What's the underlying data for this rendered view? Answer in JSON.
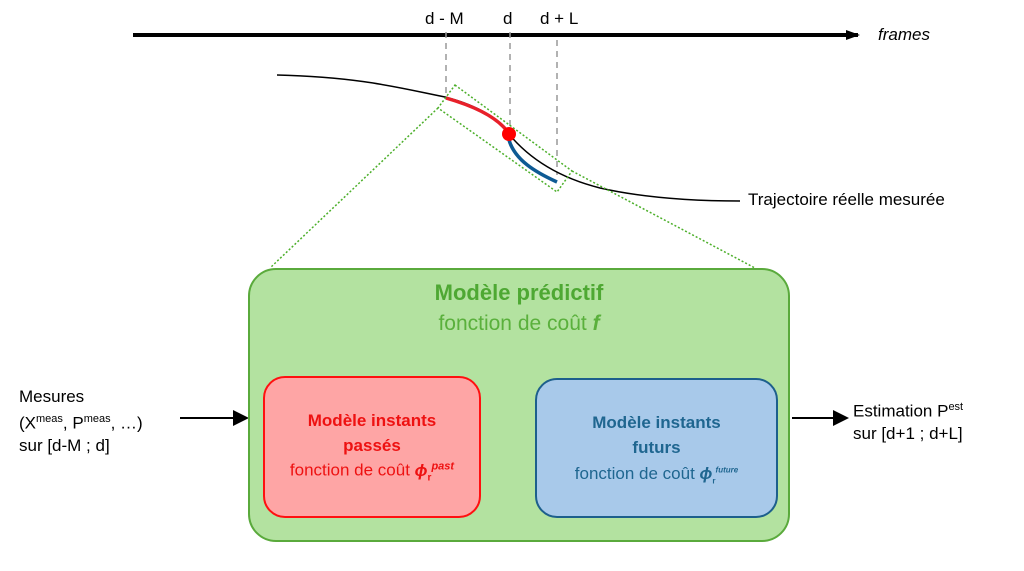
{
  "axis": {
    "label": "frames",
    "ticks": [
      "d - M",
      "d",
      "d + L"
    ]
  },
  "trajectory_label": "Trajectoire réelle mesurée",
  "main_model": {
    "title": "Modèle prédictif",
    "subtitle": "fonction de coût",
    "symbol": "f"
  },
  "past_model": {
    "title_line1": "Modèle instants",
    "title_line2": "passés",
    "cost": "fonction de coût",
    "symbol": "ϕ",
    "sub": "r",
    "sup": "past"
  },
  "future_model": {
    "title_line1": "Modèle instants",
    "title_line2": "futurs",
    "cost": "fonction de coût",
    "symbol": "ϕ",
    "sub": "r",
    "sup": "future"
  },
  "inputs": {
    "line1": "Mesures",
    "line2a": "(X",
    "sup1": "meas",
    "line2b": ", P",
    "sup2": "meas",
    "line2c": ", …)",
    "line3": "sur [d-M ; d]"
  },
  "outputs": {
    "line1": "Estimation P",
    "sup": "est",
    "line2": "sur [d+1 ; d+L]"
  },
  "colors": {
    "green": "#5aaa3c",
    "red": "#ff1010",
    "blue": "#1d5f8c"
  }
}
